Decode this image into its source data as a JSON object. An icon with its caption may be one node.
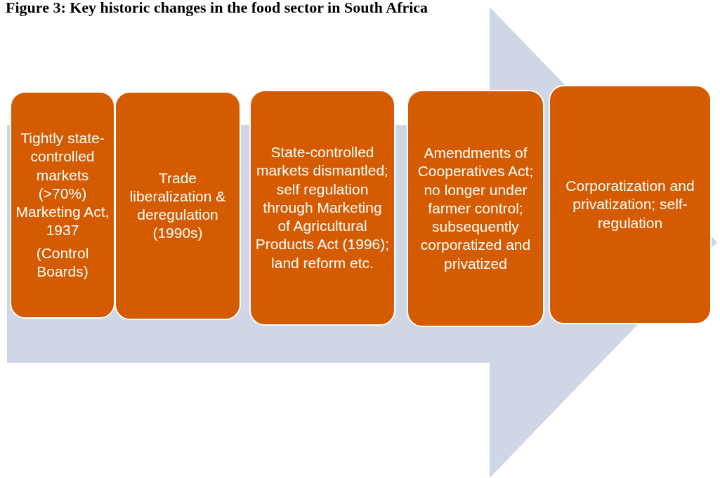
{
  "diagram": {
    "title": "Figure 3: Key historic changes in the food sector in South Africa",
    "nodes": [
      {
        "text": [
          "Tightly state-controlled markets (>70%) Marketing Act, 1937",
          "(Control Boards)"
        ]
      },
      {
        "text": [
          "Trade liberalization & deregulation (1990s)"
        ]
      },
      {
        "text": [
          "State-controlled markets dismantled; self regulation through Marketing of Agricultural Products Act (1996); land reform etc."
        ]
      },
      {
        "text": [
          "Amendments of Cooperatives Act; no longer under farmer control; subsequently corporatized and privatized"
        ]
      },
      {
        "text": [
          "Corporatization and privatization; self- regulation"
        ]
      }
    ],
    "edges": [
      {
        "from": 0,
        "to": 4,
        "arrow": "to"
      }
    ]
  }
}
